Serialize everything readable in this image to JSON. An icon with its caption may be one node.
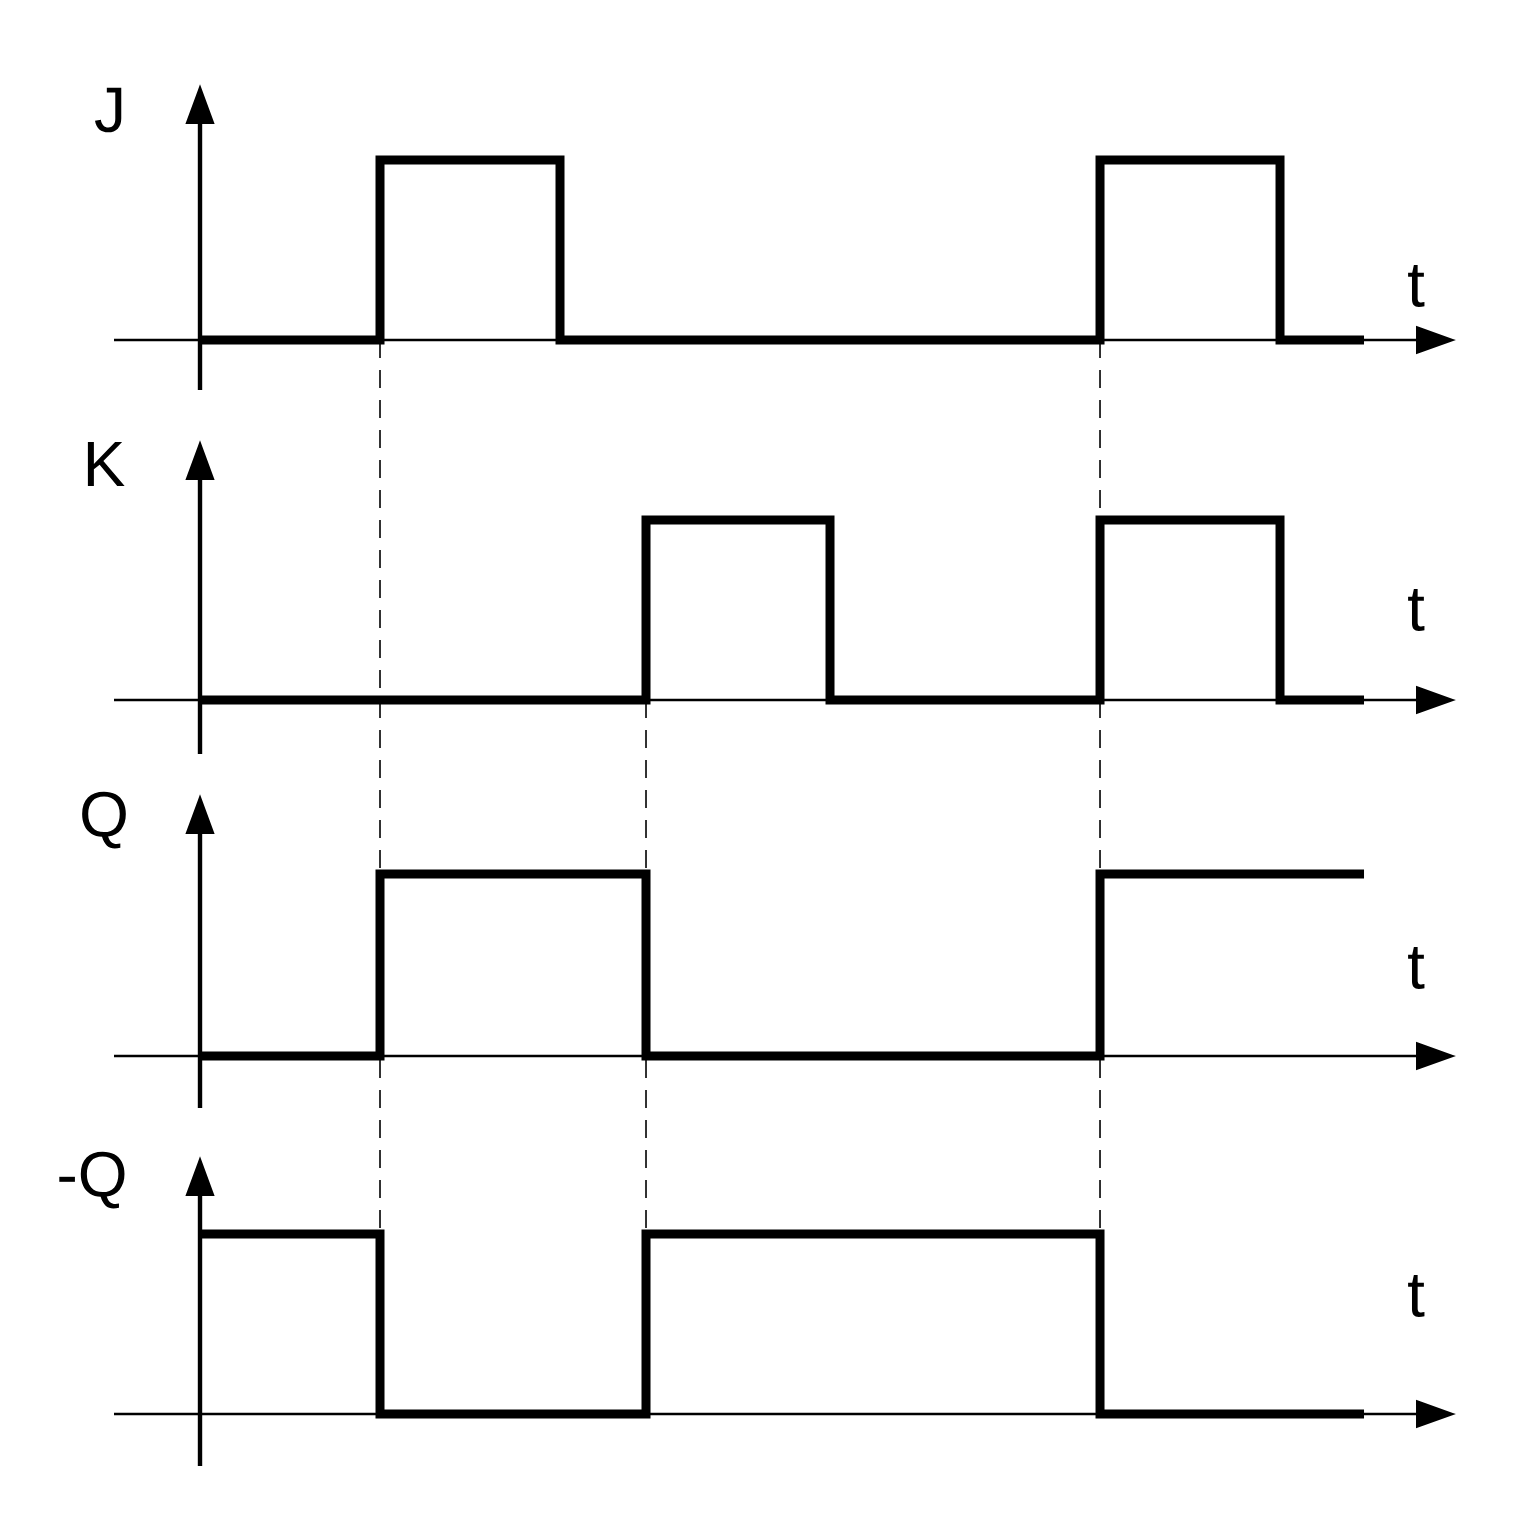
{
  "diagram": {
    "labels": [
      "J",
      "t",
      "K",
      "t",
      "Q",
      "t",
      "-Q",
      "t"
    ]
  }
}
